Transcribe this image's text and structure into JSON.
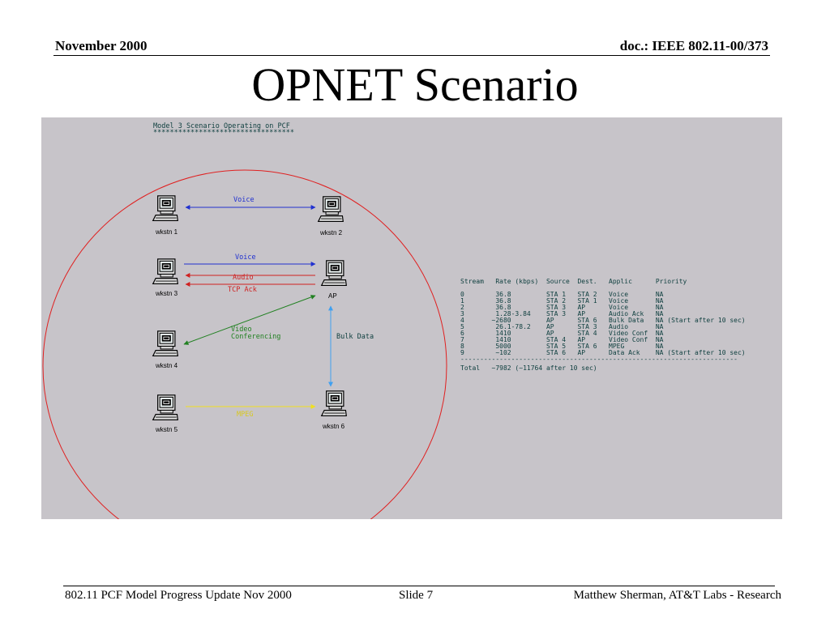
{
  "header": {
    "date": "November 2000",
    "doc": "doc.: IEEE 802.11-00/373"
  },
  "title": "OPNET Scenario",
  "diagram": {
    "heading": "Model 3 Scenario Operating on PCF",
    "underline": "**********************************",
    "nodes": {
      "wkstn1": "wkstn 1",
      "wkstn2": "wkstn 2",
      "wkstn3": "wkstn 3",
      "ap": "AP",
      "wkstn4": "wkstn 4",
      "wkstn5": "wkstn 5",
      "wkstn6": "wkstn 6"
    },
    "links": {
      "voice_1_2": "Voice",
      "voice_3_ap": "Voice",
      "audio": "Audio",
      "tcp_ack": "TCP Ack",
      "video_line1": "Video",
      "video_line2": "Conferencing",
      "bulk_data": "Bulk Data",
      "mpeg": "MPEG"
    },
    "colors": {
      "panel_bg": "#c7c4c9",
      "circle": "#e02020",
      "voice": "#2030d0",
      "audio": "#d02020",
      "video": "#208020",
      "bulk": "#40a0f0",
      "mpeg": "#f0e020",
      "text": "#104040"
    }
  },
  "table": {
    "header": "Stream   Rate (kbps)  Source  Dest.   Applic      Priority",
    "rows": [
      "0        36.8         STA 1   STA 2   Voice       NA",
      "1        36.8         STA 2   STA 1   Voice       NA",
      "2        36.8         STA 3   AP      Voice       NA",
      "3        1.28-3.84    STA 3   AP      Audio Ack   NA",
      "4       ~2680         AP      STA 6   Bulk Data   NA (Start after 10 sec)",
      "5        26.1-78.2    AP      STA 3   Audio       NA",
      "6        1410         AP      STA 4   Video Conf  NA",
      "7        1410         STA 4   AP      Video Conf  NA",
      "8        5000         STA 5   STA 6   MPEG        NA",
      "9        ~102         STA 6   AP      Data Ack    NA (Start after 10 sec)"
    ],
    "separator": "-----------------------------------------------------------------------",
    "total": "Total   ~7982 (~11764 after 10 sec)"
  },
  "footer": {
    "left": "802.11 PCF Model Progress Update Nov 2000",
    "middle": "Slide 7",
    "right": "Matthew Sherman, AT&T Labs - Research"
  }
}
